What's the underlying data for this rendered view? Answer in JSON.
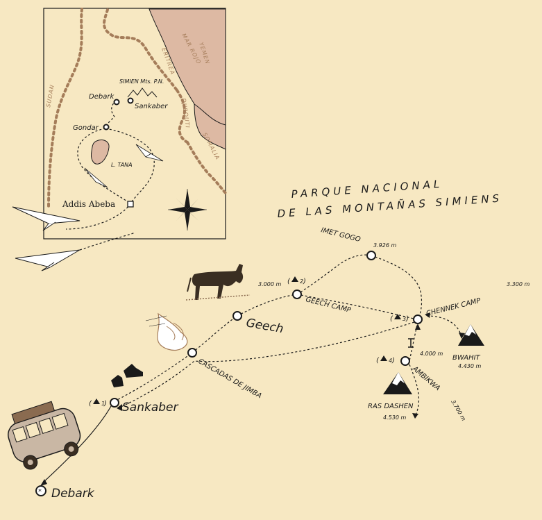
{
  "title": {
    "line1": "PARQUE NACIONAL",
    "line2": "DE LAS MONTAÑAS SIMIENS"
  },
  "colors": {
    "background": "#f7e8c2",
    "sea": "#ddb9a3",
    "border_dots": "#a57d5a",
    "ink": "#1a1a1a"
  },
  "inset": {
    "regions": {
      "sea": "MAR ROJO",
      "yemen": "YEMEN",
      "eritrea": "ERITREA",
      "djibouti": "DJIBOUTI",
      "somalia": "SOMALIA",
      "sudan": "SUDAN"
    },
    "places": {
      "park": "SIMIEN Mts. P.N.",
      "debark": "Debark",
      "sankaber": "Sankaber",
      "gondar": "Gondar",
      "lake": "L. TANA",
      "addis": "Addis Abeba"
    },
    "icons": [
      "compass-rose-icon",
      "paper-plane-icon",
      "mountains-icon"
    ]
  },
  "trek": {
    "debark": "Debark",
    "sankaber": "Sankaber",
    "sankaber_camp": "1",
    "cascadas": "CASCADAS DE JIMBA",
    "geech": "Geech",
    "geech_camp": "GEECH CAMP",
    "geech_camp_num": "2",
    "geech_alt": "3.000 m",
    "imet_gogo": "IMET GOGO",
    "imet_gogo_alt": "3.926 m",
    "chennek": "CHENNEK CAMP",
    "chennek_alt": "3.300 m",
    "chennek_num": "3",
    "bwahit": "BWAHIT",
    "bwahit_alt": "4.430 m",
    "pass_alt": "4.000 m",
    "ambikwa": "AMBIKWA",
    "ambikwa_alt": "3.700 m",
    "ambikwa_num": "4",
    "ras_dashen": "RAS DASHEN",
    "ras_dashen_alt": "4.530 m"
  },
  "illustrations": [
    "car-icon",
    "boots-icon",
    "waterfall-icon",
    "donkey-icon",
    "paper-plane-icon",
    "peak-icon"
  ]
}
